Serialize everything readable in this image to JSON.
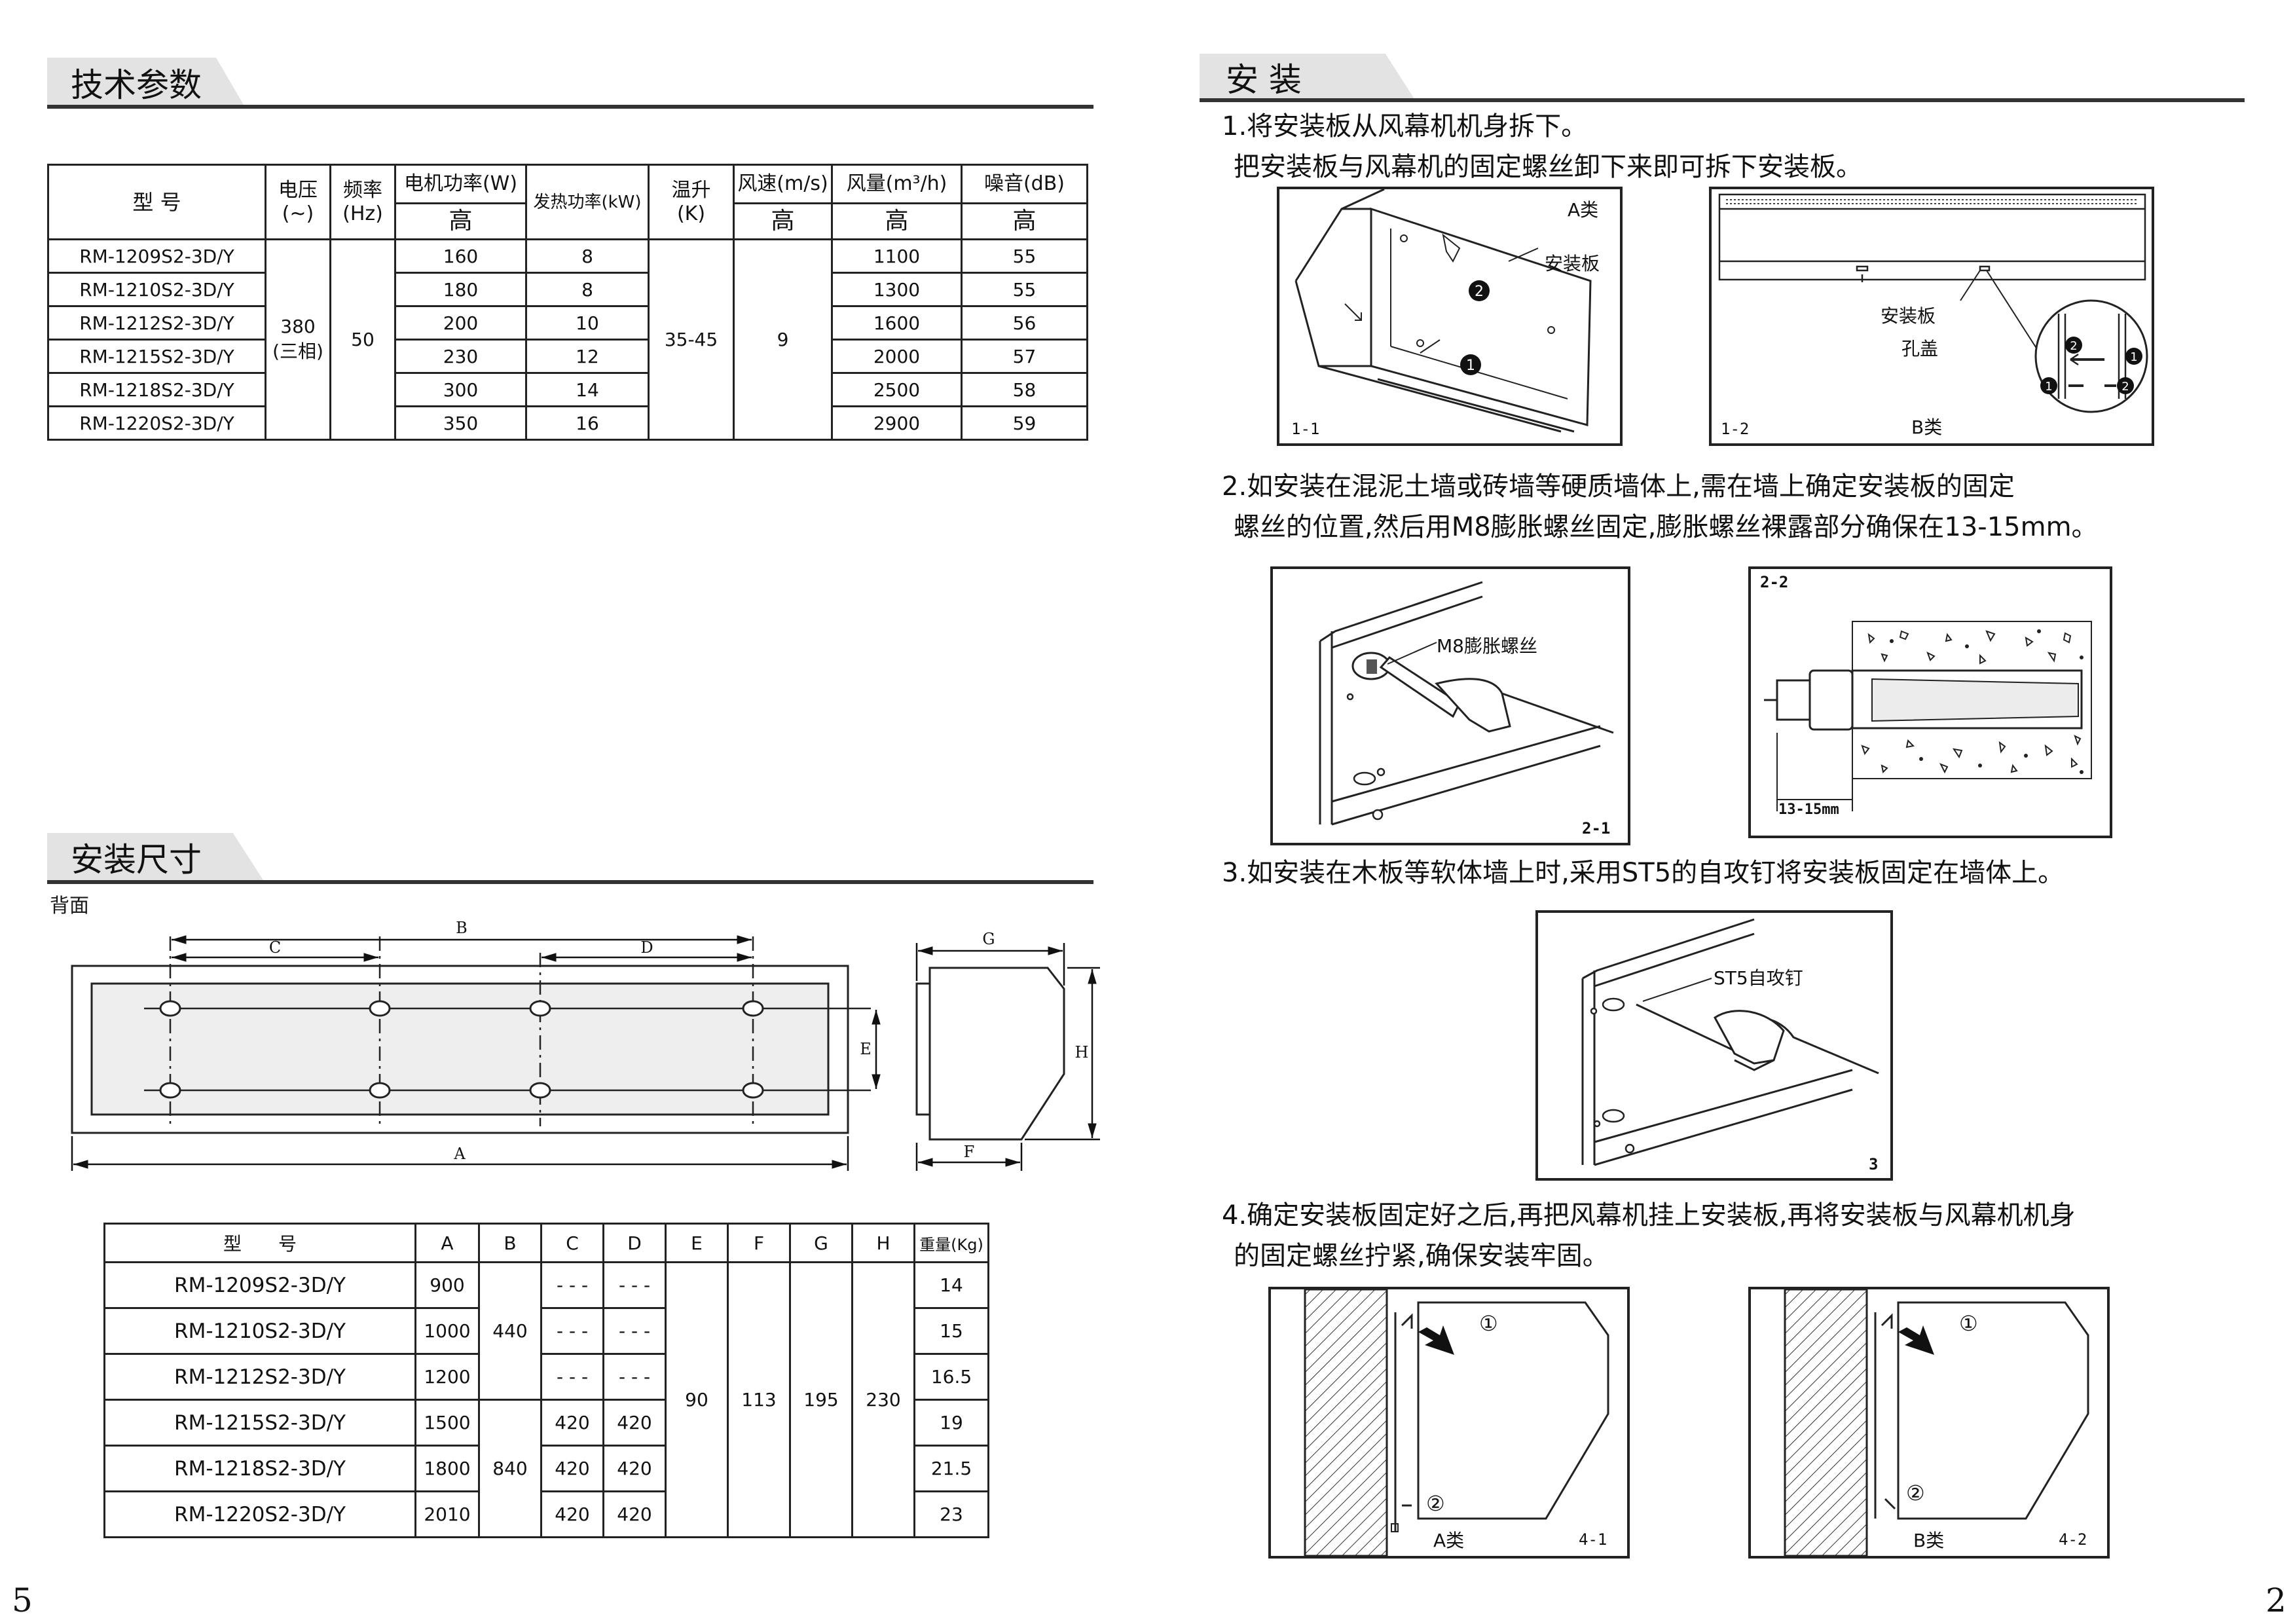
{
  "left": {
    "tech_title": "技术参数",
    "tech_table": {
      "headers": {
        "model": "型 号",
        "voltage": "电压",
        "voltage_unit": "(~)",
        "freq": "频率",
        "freq_unit": "(Hz)",
        "motor_power": "电机功率(W)",
        "heat_power": "发热功率(kW)",
        "temp_rise": "温升",
        "temp_unit": "(K)",
        "wind_speed": "风速(m/s)",
        "air_volume": "风量(m³/h)",
        "noise": "噪音(dB)",
        "high": "高"
      },
      "shared": {
        "voltage": "380",
        "voltage_note": "(三相)",
        "freq": "50",
        "temp_rise": "35-45",
        "wind_speed": "9"
      },
      "rows": [
        {
          "model": "RM-1209S2-3D/Y",
          "motor": "160",
          "heat": "8",
          "air": "1100",
          "noise": "55"
        },
        {
          "model": "RM-1210S2-3D/Y",
          "motor": "180",
          "heat": "8",
          "air": "1300",
          "noise": "55"
        },
        {
          "model": "RM-1212S2-3D/Y",
          "motor": "200",
          "heat": "10",
          "air": "1600",
          "noise": "56"
        },
        {
          "model": "RM-1215S2-3D/Y",
          "motor": "230",
          "heat": "12",
          "air": "2000",
          "noise": "57"
        },
        {
          "model": "RM-1218S2-3D/Y",
          "motor": "300",
          "heat": "14",
          "air": "2500",
          "noise": "58"
        },
        {
          "model": "RM-1220S2-3D/Y",
          "motor": "350",
          "heat": "16",
          "air": "2900",
          "noise": "59"
        }
      ]
    },
    "dim_title": "安装尺寸",
    "back_label": "背面",
    "dim_letters": {
      "A": "A",
      "B": "B",
      "C": "C",
      "D": "D",
      "E": "E",
      "F": "F",
      "G": "G",
      "H": "H"
    },
    "dim_table": {
      "headers": {
        "model": "型　　号",
        "A": "A",
        "B": "B",
        "C": "C",
        "D": "D",
        "E": "E",
        "F": "F",
        "G": "G",
        "H": "H",
        "weight": "重量(Kg)"
      },
      "shared": {
        "B_first": "440",
        "B_second": "840",
        "E": "90",
        "F": "113",
        "G": "195",
        "H": "230"
      },
      "rows": [
        {
          "model": "RM-1209S2-3D/Y",
          "A": "900",
          "C": "- - -",
          "D": "- - -",
          "weight": "14"
        },
        {
          "model": "RM-1210S2-3D/Y",
          "A": "1000",
          "C": "- - -",
          "D": "- - -",
          "weight": "15"
        },
        {
          "model": "RM-1212S2-3D/Y",
          "A": "1200",
          "C": "- - -",
          "D": "- - -",
          "weight": "16.5"
        },
        {
          "model": "RM-1215S2-3D/Y",
          "A": "1500",
          "C": "420",
          "D": "420",
          "weight": "19"
        },
        {
          "model": "RM-1218S2-3D/Y",
          "A": "1800",
          "C": "420",
          "D": "420",
          "weight": "21.5"
        },
        {
          "model": "RM-1220S2-3D/Y",
          "A": "2010",
          "C": "420",
          "D": "420",
          "weight": "23"
        }
      ]
    },
    "page_number": "5"
  },
  "right": {
    "install_title": "安 装",
    "step1_line1": "1.将安装板从风幕机机身拆下。",
    "step1_line2": "把安装板与风幕机的固定螺丝卸下来即可拆下安装板。",
    "fig11": {
      "type_label": "A类",
      "plate_label": "安装板",
      "caption": "1-1",
      "n1": "1",
      "n2": "2"
    },
    "fig12": {
      "plate_label": "安装板",
      "cover_label": "孔盖",
      "type_label": "B类",
      "caption": "1-2",
      "n1": "1",
      "n2": "2"
    },
    "step2_line1": "2.如安装在混泥土墙或砖墙等硬质墙体上,需在墙上确定安装板的固定",
    "step2_line2": "螺丝的位置,然后用M8膨胀螺丝固定,膨胀螺丝裸露部分确保在13-15mm。",
    "fig21": {
      "bolt_label": "M8膨胀螺丝",
      "caption": "2-1"
    },
    "fig22": {
      "caption": "2-2",
      "dim_label": "13-15mm"
    },
    "step3_line1": "3.如安装在木板等软体墙上时,采用ST5的自攻钉将安装板固定在墙体上。",
    "fig3": {
      "screw_label": "ST5自攻钉",
      "caption": "3"
    },
    "step4_line1": "4.确定安装板固定好之后,再把风幕机挂上安装板,再将安装板与风幕机机身",
    "step4_line2": "的固定螺丝拧紧,确保安装牢固。",
    "fig41": {
      "type_label": "A类",
      "caption": "4-1",
      "c1": "①",
      "c2": "②"
    },
    "fig42": {
      "type_label": "B类",
      "caption": "4-2",
      "c1": "①",
      "c2": "②"
    },
    "page_number": "2"
  }
}
